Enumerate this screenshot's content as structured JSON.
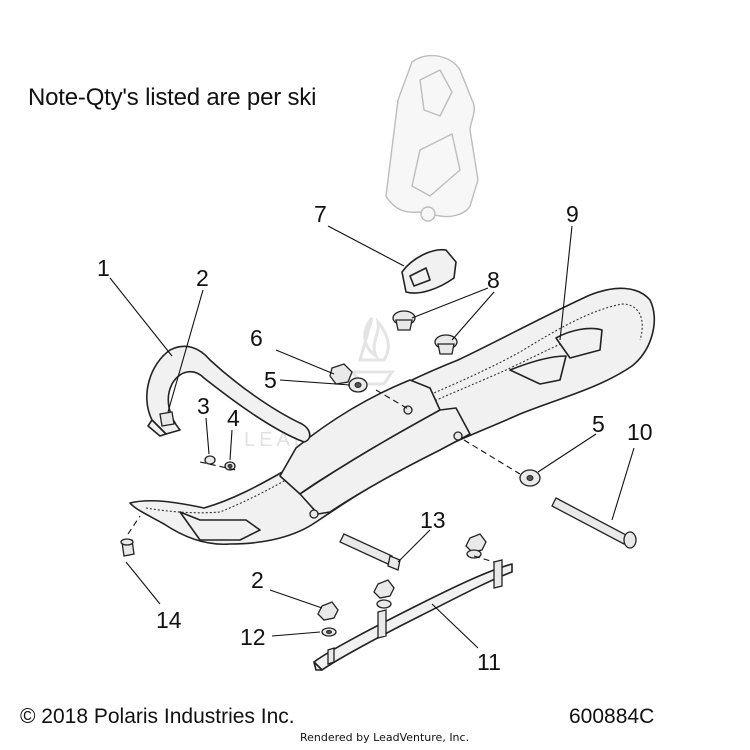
{
  "note": "Note-Qty's listed are per ski",
  "copyright": "© 2018 Polaris Industries Inc.",
  "diagram_id": "600884C",
  "rendered_by": "Rendered by LeadVenture, Inc.",
  "watermark_text": "LEADVENTURE",
  "callouts": {
    "c1": "1",
    "c2a": "2",
    "c2b": "2",
    "c3": "3",
    "c4": "4",
    "c5a": "5",
    "c5b": "5",
    "c6": "6",
    "c7": "7",
    "c8": "8",
    "c9": "9",
    "c10": "10",
    "c11": "11",
    "c12": "12",
    "c13": "13",
    "c14": "14"
  }
}
